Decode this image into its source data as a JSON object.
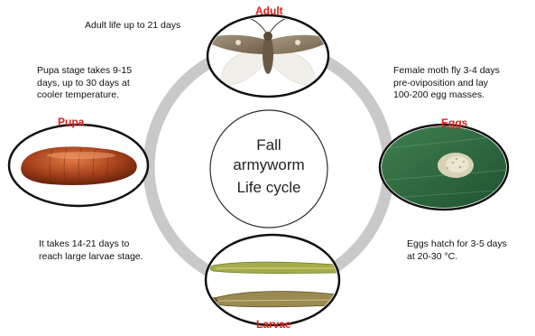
{
  "center": {
    "line1": "Fall",
    "line2": "armyworm",
    "line3": "Life cycle"
  },
  "stages": {
    "adult": "Adult",
    "eggs": "Eggs",
    "larvae": "Larvae",
    "pupa": "Pupa"
  },
  "notes": {
    "adult": [
      "Adult life up to 21 days"
    ],
    "eggs_top": [
      "Female moth fly 3-4 days",
      "pre-oviposition and lay",
      "100-200 egg masses."
    ],
    "eggs_bottom": [
      "Eggs hatch for 3-5 days",
      "at 20-30 °C."
    ],
    "larvae": [
      "It takes 14-21 days to",
      "reach large larvae stage."
    ],
    "pupa": [
      "Pupa stage takes 9-15",
      "days, up to 30 days at",
      "cooler temperature."
    ]
  },
  "colors": {
    "label": "#e0211c",
    "ring": "#c9c9c9",
    "leaf": "#2f6b3e",
    "pupa": "#a8421c",
    "larva": "#a3ac4a",
    "moth": "#8a7a62"
  }
}
